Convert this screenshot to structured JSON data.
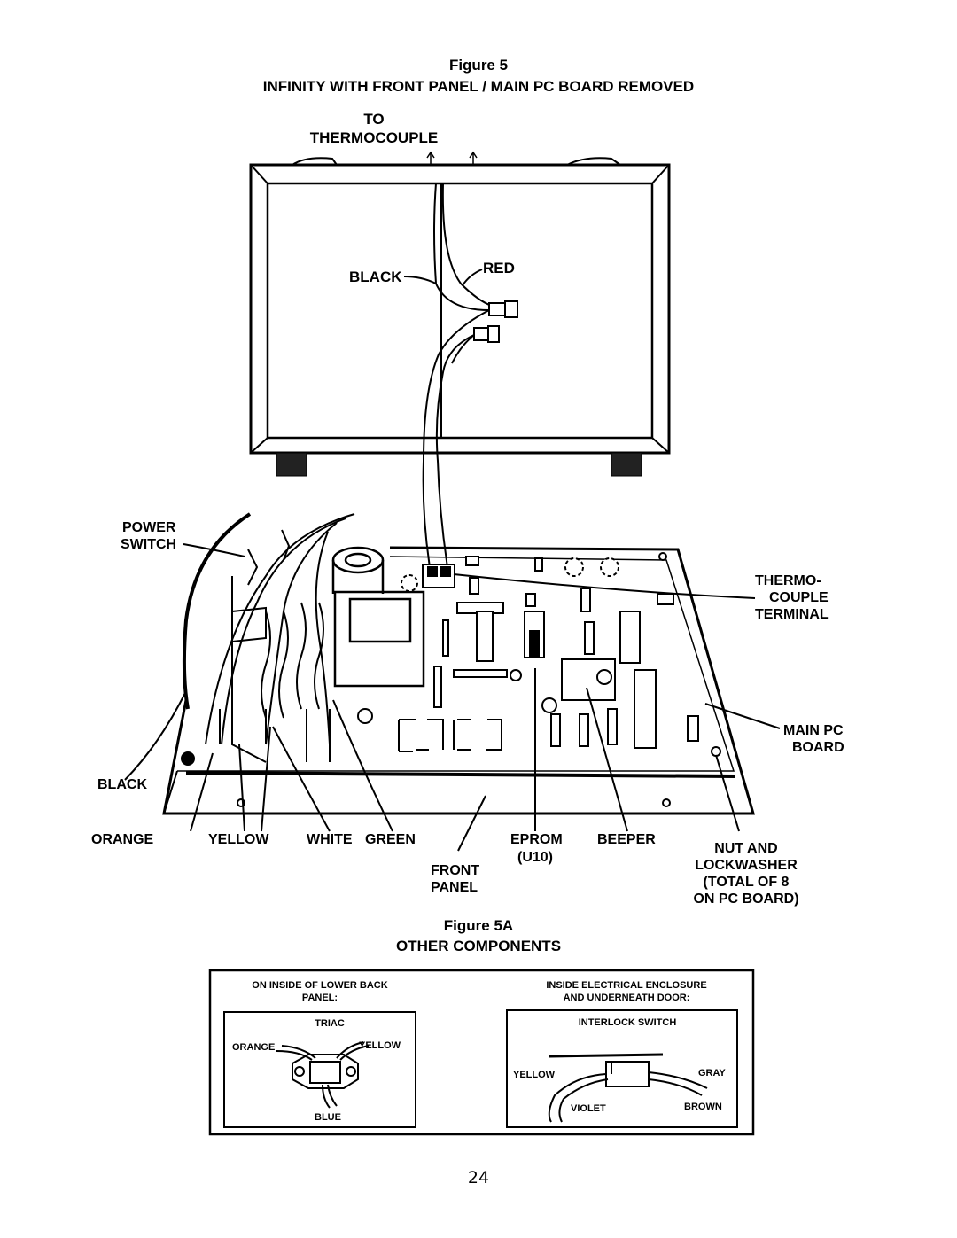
{
  "figure5": {
    "label": "Figure 5",
    "title": "INFINITY WITH FRONT PANEL / MAIN PC BOARD REMOVED"
  },
  "callouts": {
    "to": "TO",
    "thermocouple": "THERMOCOUPLE",
    "black_top": "BLACK",
    "red": "RED",
    "power": "POWER",
    "switch": "SWITCH",
    "thermo": "THERMO-",
    "couple": "COUPLE",
    "terminal": "TERMINAL",
    "main_pc": "MAIN PC",
    "board": "BOARD",
    "black_bottom": "BLACK",
    "orange": "ORANGE",
    "yellow": "YELLOW",
    "white": "WHITE",
    "green": "GREEN",
    "front": "FRONT",
    "panel": "PANEL",
    "eprom": "EPROM",
    "u10": "(U10)",
    "beeper": "BEEPER",
    "nut_and": "NUT AND",
    "lockwasher": "LOCKWASHER",
    "total": "(TOTAL OF 8",
    "on_pc_board": "ON PC BOARD)"
  },
  "figure5a": {
    "label": "Figure 5A",
    "title": "OTHER COMPONENTS"
  },
  "left_box": {
    "heading1": "ON INSIDE OF LOWER BACK",
    "heading2": "PANEL:",
    "part": "TRIAC",
    "orange": "ORANGE",
    "yellow": "YELLOW",
    "blue": "BLUE"
  },
  "right_box": {
    "heading1": "INSIDE ELECTRICAL ENCLOSURE",
    "heading2": "AND UNDERNEATH DOOR:",
    "part": "INTERLOCK SWITCH",
    "yellow": "YELLOW",
    "gray": "GRAY",
    "violet": "VIOLET",
    "brown": "BROWN"
  },
  "page_number": "24"
}
